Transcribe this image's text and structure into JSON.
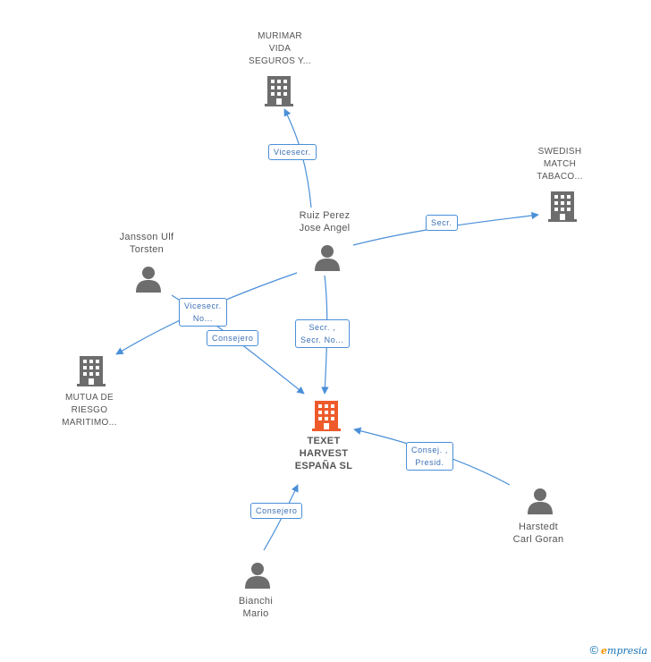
{
  "colors": {
    "edge": "#4a8fd8",
    "company": "#6d6d6d",
    "person": "#6d6d6d",
    "main": "#ee5a2a"
  },
  "nodes": {
    "murimar": {
      "lines": [
        "MURIMAR",
        "VIDA",
        "SEGUROS Y..."
      ]
    },
    "swedish": {
      "lines": [
        "SWEDISH",
        "MATCH",
        "TABACO..."
      ]
    },
    "ruiz": {
      "lines": [
        "Ruiz Perez",
        "Jose Angel"
      ]
    },
    "jansson": {
      "lines": [
        "Jansson Ulf",
        "Torsten"
      ]
    },
    "mutua": {
      "lines": [
        "MUTUA DE",
        "RIESGO",
        "MARITIMO..."
      ]
    },
    "texet": {
      "lines": [
        "TEXET",
        "HARVEST",
        "ESPAÑA SL"
      ]
    },
    "harstedt": {
      "lines": [
        "Harstedt",
        "Carl Goran"
      ]
    },
    "bianchi": {
      "lines": [
        "Bianchi",
        "Mario"
      ]
    }
  },
  "edges": {
    "vicesecr_murimar": {
      "lines": [
        "Vicesecr."
      ]
    },
    "secr_swedish": {
      "lines": [
        "Secr."
      ]
    },
    "vicesecr_mutua": {
      "lines": [
        "Vicesecr.",
        "No..."
      ]
    },
    "consejero_jansson": {
      "lines": [
        "Consejero"
      ]
    },
    "secr_texet": {
      "lines": [
        "Secr. ,",
        "Secr. No..."
      ]
    },
    "consej_presid": {
      "lines": [
        "Consej. ,",
        "Presid."
      ]
    },
    "consejero_bianchi": {
      "lines": [
        "Consejero"
      ]
    }
  },
  "footer": {
    "copyright": "©",
    "brand_first": "e",
    "brand_rest": "mpresia"
  }
}
